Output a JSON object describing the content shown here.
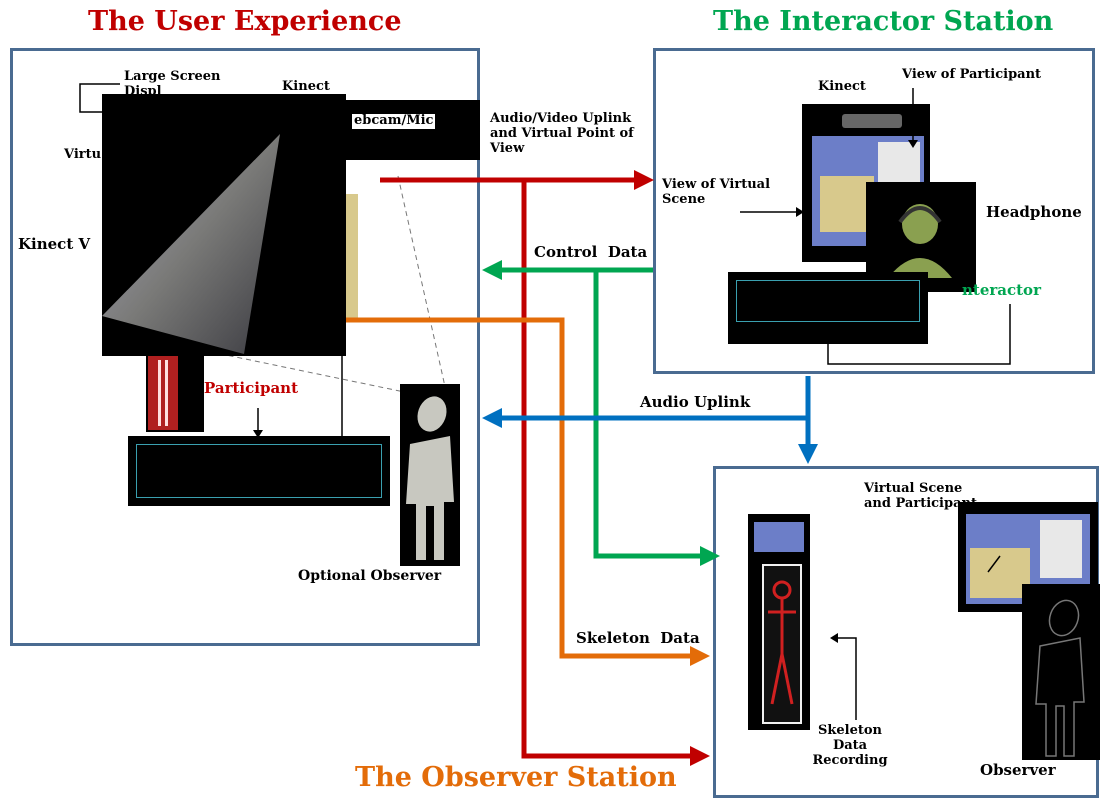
{
  "headings": {
    "user_experience": "The User Experience",
    "interactor_station": "The Interactor Station",
    "observer_station": "The Observer Station"
  },
  "user_labels": {
    "large_screen": "Large Screen",
    "large_screen_2": "Displ",
    "kinect": "Kinect",
    "webcam_mic": "ebcam/Mic",
    "virtual": "Virtu",
    "kinect_v": "Kinect V",
    "participant": "Participant",
    "optional_observer": "Optional Observer"
  },
  "flow_labels": {
    "audio_video_uplink": "Audio/Video Uplink and Virtual Point of View",
    "control_data": "Control  Data",
    "audio_uplink": "Audio Uplink",
    "skeleton_data": "Skeleton  Data"
  },
  "interactor_labels": {
    "kinect": "Kinect",
    "view_of_participant": "View of Participant",
    "view_of_virtual_scene": "View of Virtual Scene",
    "headphone": "Headphone",
    "interactor": "nteractor"
  },
  "observer_labels": {
    "virtual_scene_participant": "Virtual Scene and Participant",
    "skeleton_data_recording": "Skeleton Data Recording",
    "observer": "Observer"
  },
  "colors": {
    "red": "#c00000",
    "green": "#00a651",
    "orange": "#e36c09",
    "blue": "#0070c0",
    "box_border": "#4a6b91"
  }
}
